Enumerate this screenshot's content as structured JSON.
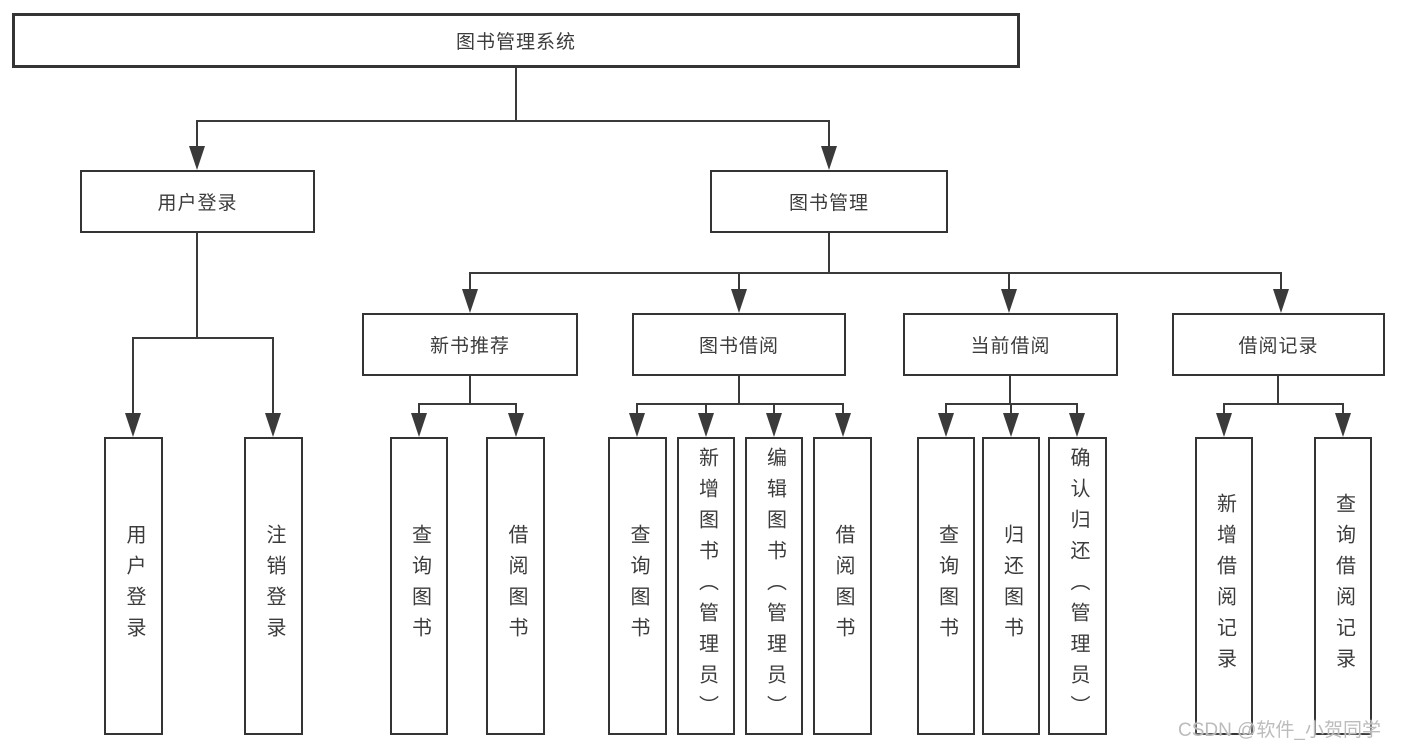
{
  "diagram": {
    "root": {
      "label": "图书管理系统"
    },
    "level2": [
      {
        "label": "用户登录"
      },
      {
        "label": "图书管理"
      }
    ],
    "level3": [
      {
        "label": "新书推荐"
      },
      {
        "label": "图书借阅"
      },
      {
        "label": "当前借阅"
      },
      {
        "label": "借阅记录"
      }
    ],
    "leaves": {
      "user_login": [
        "用户登录",
        "注销登录"
      ],
      "new_book": [
        "查询图书",
        "借阅图书"
      ],
      "book_borrow": [
        "查询图书",
        "新增图书（管理员）",
        "编辑图书（管理员）",
        "借阅图书"
      ],
      "current_borrow": [
        "查询图书",
        "归还图书",
        "确认归还（管理员）"
      ],
      "borrow_record": [
        "新增借阅记录",
        "查询借阅记录"
      ]
    }
  },
  "colors": {
    "line": "#3a3a3a",
    "box_border": "#343434",
    "text": "#3c3c3c",
    "watermark": "#bcbcbc"
  },
  "watermark": {
    "text": "CSDN @软件_小贺同学"
  }
}
